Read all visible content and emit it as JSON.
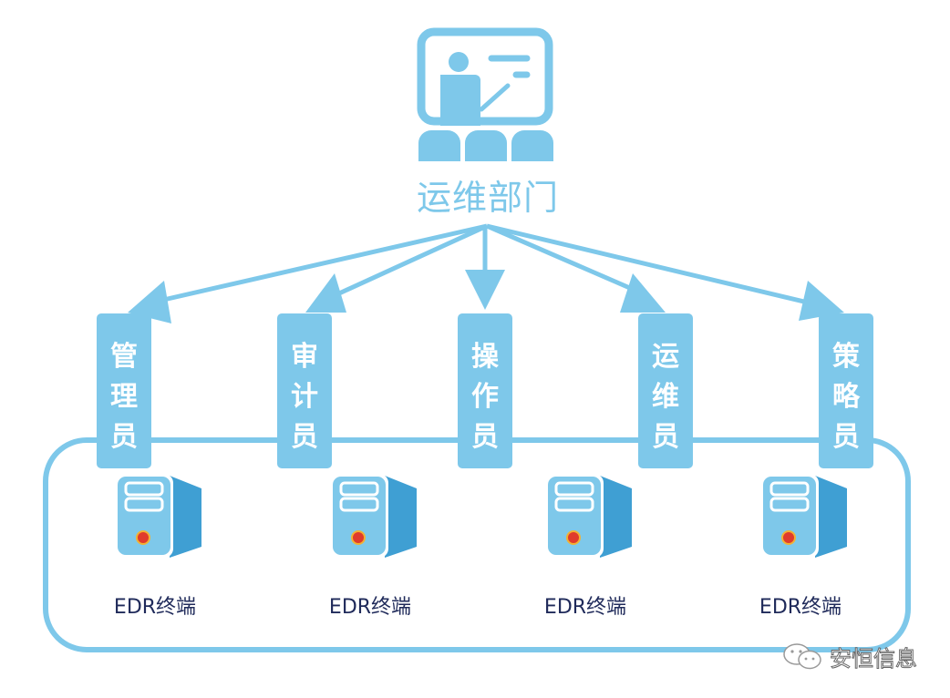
{
  "department": {
    "title": "运维部门",
    "icon": "presentation-teacher-icon"
  },
  "roles": [
    {
      "label": "管理员",
      "chars": [
        "管",
        "理",
        "员"
      ]
    },
    {
      "label": "审计员",
      "chars": [
        "审",
        "计",
        "员"
      ]
    },
    {
      "label": "操作员",
      "chars": [
        "操",
        "作",
        "员"
      ]
    },
    {
      "label": "运维员",
      "chars": [
        "运",
        "维",
        "员"
      ]
    },
    {
      "label": "策略员",
      "chars": [
        "策",
        "略",
        "员"
      ]
    }
  ],
  "terminals": [
    {
      "label": "EDR终端",
      "icon": "server-tower-icon"
    },
    {
      "label": "EDR终端",
      "icon": "server-tower-icon"
    },
    {
      "label": "EDR终端",
      "icon": "server-tower-icon"
    },
    {
      "label": "EDR终端",
      "icon": "server-tower-icon"
    }
  ],
  "watermark": {
    "text": "安恒信息",
    "icon": "wechat-icon"
  },
  "colors": {
    "primary": "#7ec8ea",
    "server_side": "#3f9fd3",
    "label_text": "#1f2a5a",
    "indicator": "#e03b2c"
  }
}
